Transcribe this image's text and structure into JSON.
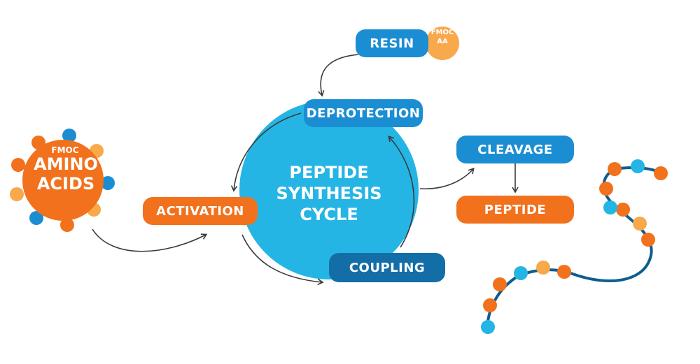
{
  "cycle": {
    "title_line1": "PEPTIDE",
    "title_line2": "SYNTHESIS",
    "title_line3": "CYCLE"
  },
  "steps": {
    "resin": "RESIN",
    "fmoc_aa_line1": "FMOC",
    "fmoc_aa_line2": "AA",
    "deprotection": "DEPROTECTION",
    "activation": "ACTIVATION",
    "coupling": "COUPLING",
    "cleavage": "CLEAVAGE",
    "peptide": "PEPTIDE"
  },
  "amino_acids": {
    "fmoc": "FMOC",
    "line1": "AMINO",
    "line2": "ACIDS"
  },
  "colors": {
    "blue": "#1b8ed3",
    "light_blue": "#25b5e5",
    "dark_blue": "#136ea8",
    "orange": "#f2711c",
    "light_orange": "#f7a94b",
    "arrow": "#3a3a3a"
  }
}
